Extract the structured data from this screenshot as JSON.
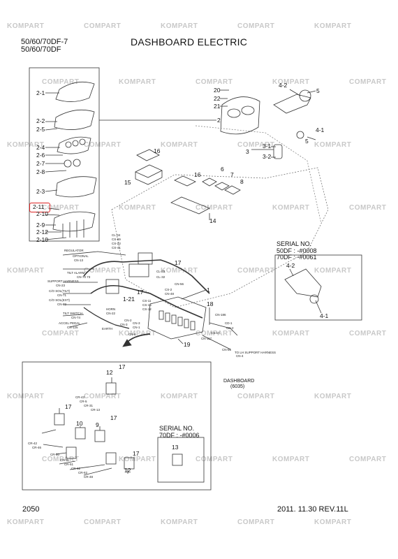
{
  "header": {
    "model_line_1": "50/60/70DF-7",
    "model_line_2": "50/60/70DF",
    "title": "DASHBOARD ELECTRIC"
  },
  "footer": {
    "page_number": "2050",
    "date_rev": "2011. 11.30  REV.11L"
  },
  "watermark": {
    "text": "KOMPART",
    "text_alt": "COMPART",
    "color": "#c8c8c8"
  },
  "highlight_color": "#dd2222",
  "callouts": {
    "c2_1": "2-1",
    "c2_2": "2-2",
    "c2_5": "2-5",
    "c2_4": "2-4",
    "c2_6": "2-6",
    "c2_7": "2-7",
    "c2_8": "2-8",
    "c2_3": "2-3",
    "c2_11": "2-11",
    "c2_10a": "2-10",
    "c2_9": "2-9",
    "c2_12": "2-12",
    "c2_10b": "2-10",
    "c20": "20",
    "c22": "22",
    "c21": "21",
    "c2": "2",
    "c3": "3",
    "c3_1": "3-1",
    "c3_2": "3-2",
    "c4_2": "4-2",
    "c5a": "5",
    "c5b": "5",
    "c4_1": "4-1",
    "c16a": "16",
    "c15": "15",
    "c16b": "16",
    "c6": "6",
    "c7": "7",
    "c8": "8",
    "c14": "14",
    "c17a": "17",
    "c17b": "17",
    "c1_21": "1-21",
    "c1": "1",
    "c18": "18",
    "c19": "19",
    "c12a": "12",
    "c17c": "17",
    "c17d": "17",
    "c10": "10",
    "c9": "9",
    "c17e": "17",
    "c17f": "17",
    "c12b": "12",
    "c13": "13",
    "c4_2b": "4-2",
    "c4_1b": "4-1"
  },
  "serial_a": {
    "title": "SERIAL NO.",
    "line1": "50DF : -#0008",
    "line2": "70DF : -#0061"
  },
  "serial_b": {
    "title": "SERIAL NO.",
    "line1": "70DF : -#0006"
  },
  "dashboard_label": {
    "line1": "DASHBOARD",
    "line2": "(6035)"
  },
  "wire_labels": {
    "regulator": "REGULATOR",
    "optional": "OPTIONAL",
    "cn13": "CN-13",
    "tilt_alarm": "TILT ALARM",
    "cn_tilt": "CN-70 73",
    "support_harness": "SUPPORT HARNESS",
    "cn23": "CN-23",
    "co_sol_tilt": "C/O SOL(TILT)",
    "cn_cos1": "CN-71",
    "co_sol_ext": "C/O SOL(EXT)",
    "cn_cos2": "CN-72",
    "tilt_switch": "TILT SWITCH",
    "cn_ts": "CN-74",
    "accel_pedal": "ACCEL PEDAL",
    "cn_ap": "CN-125",
    "horn": "HORN",
    "cn_horn": "CN-22",
    "earth": "EARTH",
    "cn_earth": "CN-3",
    "cl34": "CL-34",
    "cs69": "CS-69",
    "cs23": "CS-23",
    "cs41": "CS-41",
    "cl33": "CL-33",
    "cl32": "CL-32",
    "cn56": "CN-56",
    "cs2": "CS-2",
    "cn48": "CN-48",
    "cs11": "CS-11",
    "cs15": "CS-15",
    "cs12": "CS-12",
    "cn1": "CN-1",
    "cn2": "CN-2",
    "cn3": "CN-3",
    "cn6": "CN-6",
    "cn186": "CN-186",
    "cd1": "CD-1",
    "cd2": "CD-2",
    "cs17": "CS-17",
    "cn117": "CN-117",
    "cn65": "CN-65",
    "to_lh": "TO LH SUPPORT HARNESS",
    "cn4": "CN-4",
    "cr43": "CR-43",
    "cr5": "CR-5",
    "cr31": "CR-31",
    "cr13": "CR-13",
    "cr42": "CR-42",
    "cr46": "CR-46",
    "cr50": "CR-50",
    "cr11": "CR-11",
    "cr51": "CR-51",
    "cr92": "CR-92",
    "cr62": "CR-62",
    "cr48": "CR-48"
  }
}
